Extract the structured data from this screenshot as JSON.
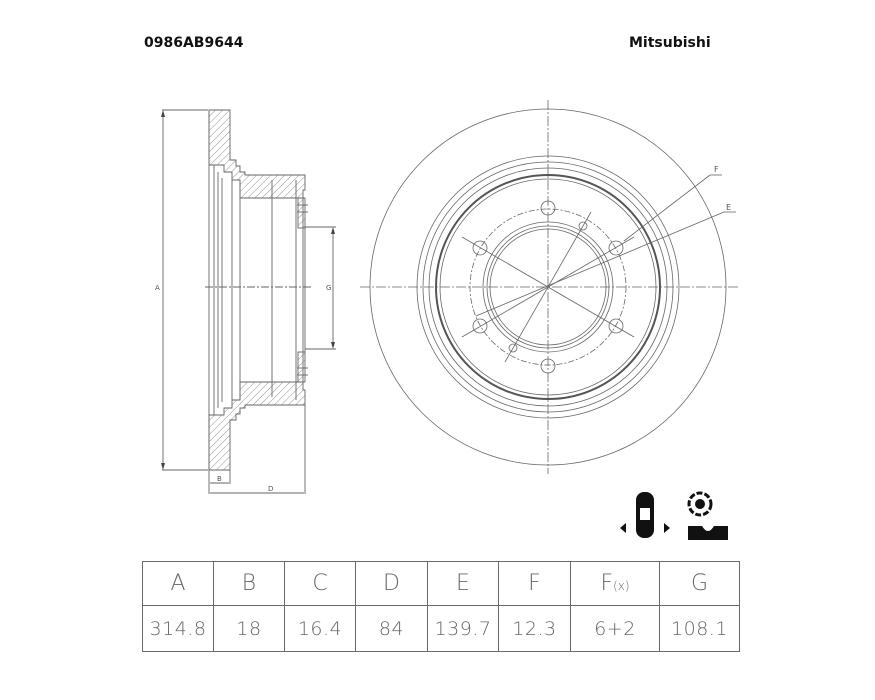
{
  "header": {
    "part_number": "0986AB9644",
    "brand": "Mitsubishi"
  },
  "drawing": {
    "side_view_labels": {
      "A": "A",
      "B": "B",
      "D": "D",
      "G": "G"
    },
    "front_view_labels": {
      "F": "F",
      "E": "E"
    }
  },
  "dimensions_table": {
    "columns": [
      {
        "key": "A",
        "label": "A",
        "sub": "",
        "value": "314.8"
      },
      {
        "key": "B",
        "label": "B",
        "sub": "",
        "value": "18"
      },
      {
        "key": "C",
        "label": "C",
        "sub": "",
        "value": "16.4"
      },
      {
        "key": "D",
        "label": "D",
        "sub": "",
        "value": "84"
      },
      {
        "key": "E",
        "label": "E",
        "sub": "",
        "value": "139.7"
      },
      {
        "key": "F",
        "label": "F",
        "sub": "",
        "value": "12.3"
      },
      {
        "key": "Fx",
        "label": "F",
        "sub": "(x)",
        "value": "6+2"
      },
      {
        "key": "G",
        "label": "G",
        "sub": "",
        "value": "108.1"
      }
    ]
  },
  "icons": [
    "rear-axle-car-icon",
    "solid-disc-icon"
  ]
}
